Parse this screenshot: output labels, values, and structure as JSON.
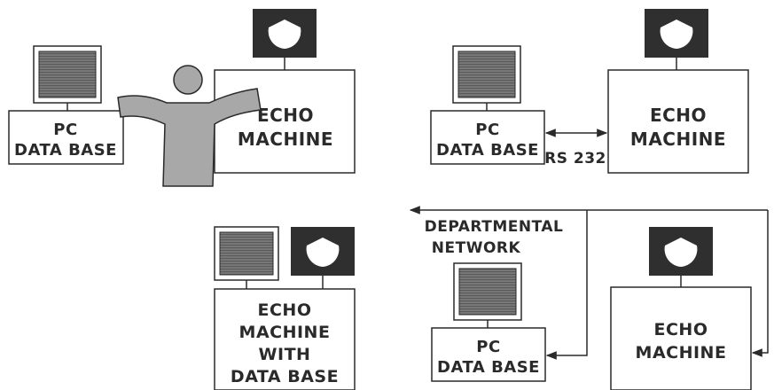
{
  "panel_a": {
    "pc_line1": "PC",
    "pc_line2": "DATA BASE",
    "echo_line1": "ECHO",
    "echo_line2": "MACHINE"
  },
  "panel_b": {
    "pc_line1": "PC",
    "pc_line2": "DATA BASE",
    "echo_line1": "ECHO",
    "echo_line2": "MACHINE",
    "link_label": "RS 232"
  },
  "panel_c": {
    "echo_line1": "ECHO",
    "echo_line2": "MACHINE",
    "echo_line3": "WITH",
    "echo_line4": "DATA BASE"
  },
  "panel_d": {
    "network_line1": "DEPARTMENTAL",
    "network_line2": "NETWORK",
    "pc_line1": "PC",
    "pc_line2": "DATA BASE",
    "echo_line1": "ECHO",
    "echo_line2": "MACHINE"
  }
}
